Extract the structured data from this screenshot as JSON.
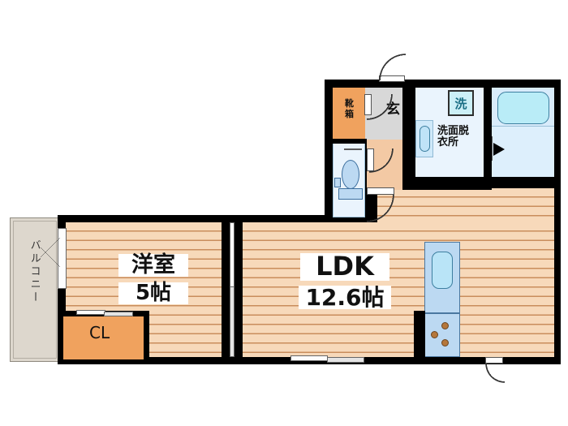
{
  "plan": {
    "type": "apartment-floor-plan",
    "rooms": [
      {
        "id": "living",
        "label": "LDK",
        "area": "12.6帖"
      },
      {
        "id": "bedroom",
        "label": "洋室",
        "area": "5帖"
      }
    ],
    "labels": {
      "ldk": "LDK",
      "ldk_area": "12.6帖",
      "washitsu": "洋室",
      "washitsu_area": "5帖",
      "closet": "CL",
      "balcony": "バルコニー",
      "entrance": "玄",
      "shoe_cabinet_l1": "靴",
      "shoe_cabinet_l2": "箱",
      "washroom_l1": "洗面脱",
      "washroom_l2": "衣所",
      "washer": "洗"
    },
    "colors": {
      "wall": "#000000",
      "floor": "#f7d9ba",
      "plank_line": "#c98d5c",
      "closet_orange": "#f0a25e",
      "entrance_gray": "#d8d8d8",
      "balcony_beige": "#ddd7cd",
      "water_tile": "#eaf4fd",
      "fixture_blue": "#bcd9f2",
      "bath_cyan": "#b9ecf7",
      "burner_brown": "#b5773b",
      "background": "#ffffff"
    },
    "fixtures": [
      {
        "name": "kitchen-sink",
        "room": "LDK"
      },
      {
        "name": "kitchen-stove",
        "room": "LDK",
        "burners": 3
      },
      {
        "name": "bathtub",
        "room": "bathroom"
      },
      {
        "name": "washing-machine",
        "room": "washroom"
      },
      {
        "name": "vanity-basin",
        "room": "washroom"
      },
      {
        "name": "toilet",
        "room": "toilet"
      },
      {
        "name": "shoe-cabinet",
        "room": "entrance"
      }
    ]
  }
}
